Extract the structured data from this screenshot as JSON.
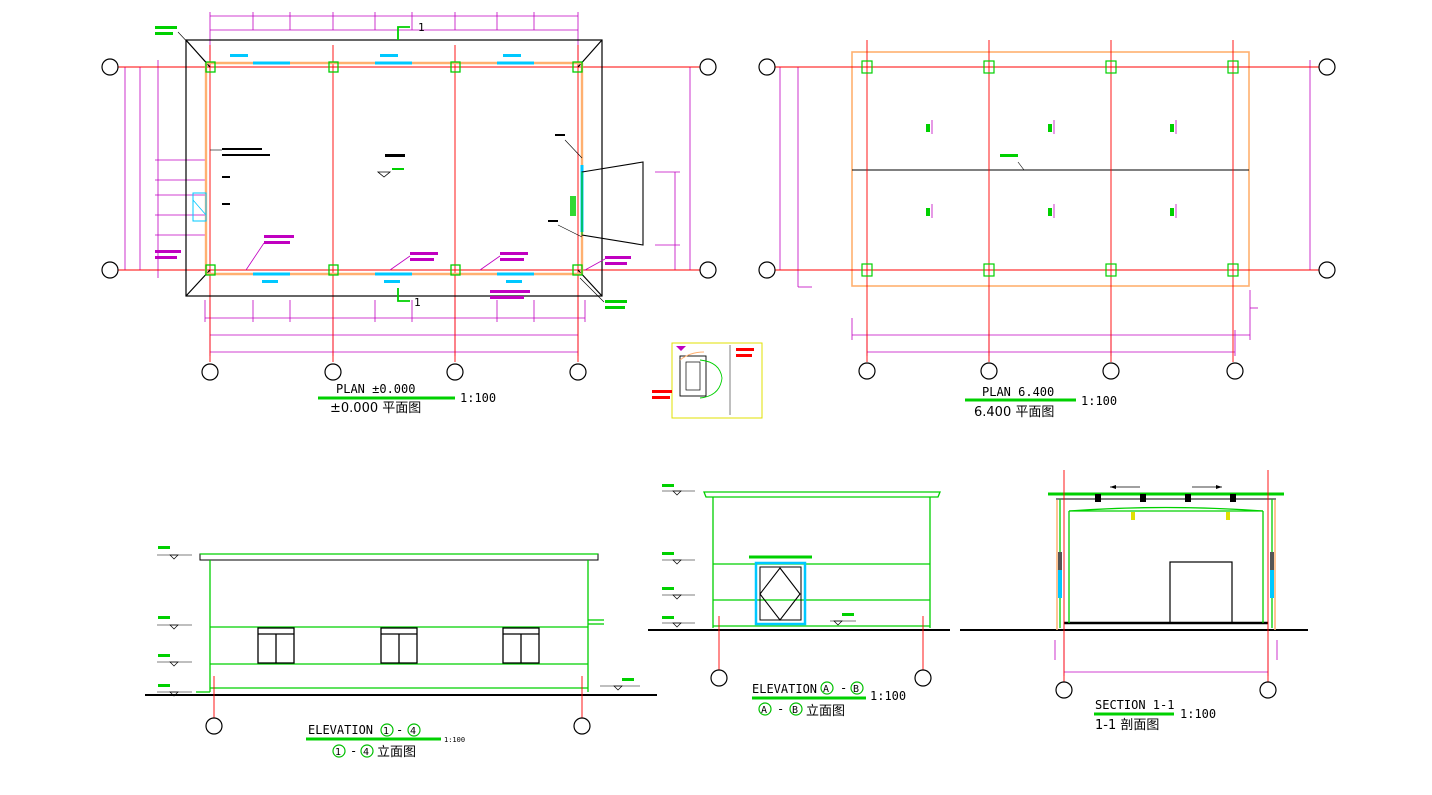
{
  "drawing": {
    "views": {
      "plan_ground": {
        "title_en": "PLAN ±0.000",
        "title_cn": "±0.000 平面图",
        "scale": "1:100",
        "section_mark": "1"
      },
      "plan_roof": {
        "title_en": "PLAN 6.400",
        "title_cn": "6.400 平面图",
        "scale": "1:100"
      },
      "elevation_1_4": {
        "title_en_prefix": "ELEVATION",
        "axis_a": "1",
        "axis_b": "4",
        "title_cn_suffix": "立面图",
        "scale": "1:100"
      },
      "elevation_a_b": {
        "title_en_prefix": "ELEVATION",
        "axis_a": "A",
        "axis_b": "B",
        "title_cn_suffix": "立面图",
        "scale": "1:100"
      },
      "section_1_1": {
        "title_en": "SECTION 1-1",
        "title_cn": "1-1 剖面图",
        "scale": "1:100"
      }
    },
    "colors": {
      "grid_axis": "#ff0000",
      "wall": "#00e000",
      "dimension": "#c000c0",
      "glazing": "#00c8ff",
      "outline": "#000000",
      "roof_edge": "#ffb070",
      "detail_frame": "#e0e000"
    }
  }
}
